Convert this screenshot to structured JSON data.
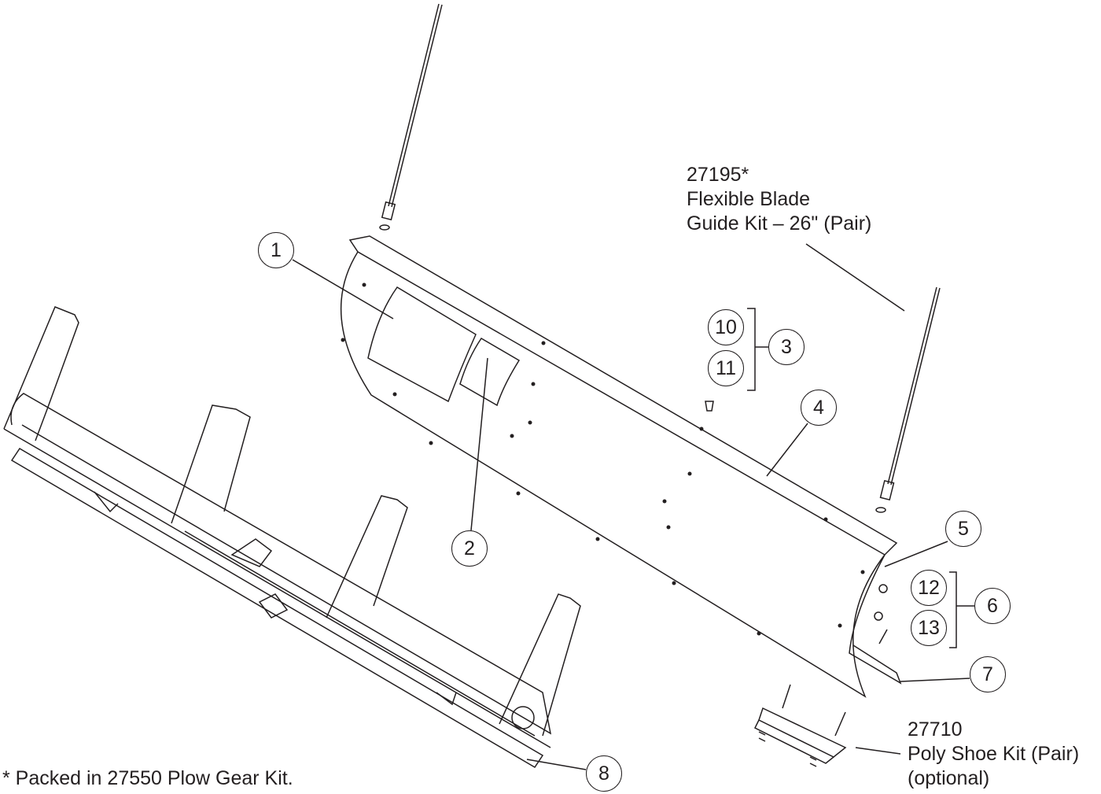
{
  "guide_kit": {
    "part_number": "27195*",
    "line1": "Flexible Blade",
    "line2": "Guide Kit – 26\" (Pair)"
  },
  "poly_shoe_kit": {
    "part_number": "27710",
    "line1": "Poly Shoe Kit (Pair)",
    "line2": "(optional)"
  },
  "footnote": "* Packed in 27550 Plow Gear Kit.",
  "callouts": [
    "1",
    "2",
    "3",
    "4",
    "5",
    "6",
    "7",
    "8",
    "10",
    "11",
    "12",
    "13"
  ],
  "line_color": "#231f20"
}
